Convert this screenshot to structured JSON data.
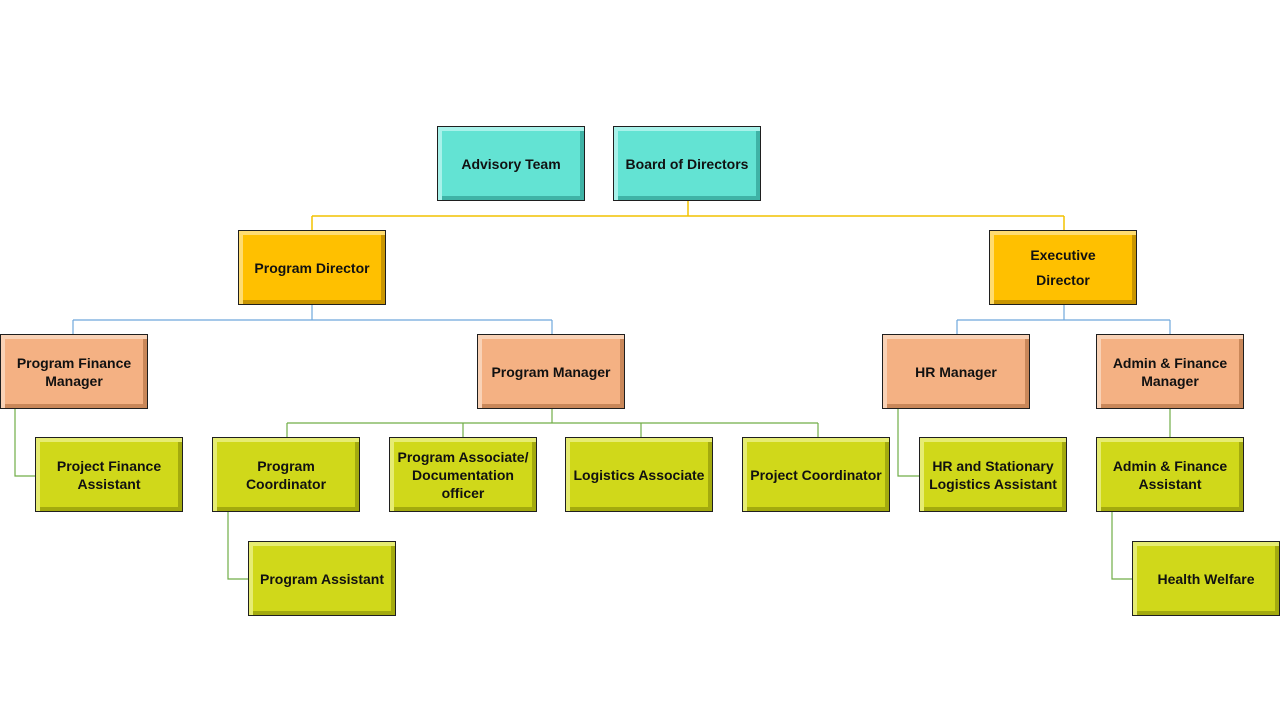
{
  "nodes": {
    "advisory_team": "Advisory Team",
    "board_of_directors": "Board of Directors",
    "program_director": "Program Director",
    "executive_director": "Executive\nDirector",
    "program_finance_manager": "Program Finance\nManager",
    "program_manager": "Program Manager",
    "hr_manager": "HR Manager",
    "admin_finance_manager": "Admin & Finance\nManager",
    "project_finance_assistant": "Project Finance\nAssistant",
    "program_coordinator": "Program Coordinator",
    "program_associate_documentation_officer": "Program Associate/\nDocumentation\nofficer",
    "logistics_associate": "Logistics Associate",
    "project_coordinator": "Project Coordinator",
    "hr_stationary_logistics_assistant": "HR and Stationary\nLogistics Assistant",
    "admin_finance_assistant": "Admin & Finance\nAssistant",
    "program_assistant": "Program Assistant",
    "health_welfare": "Health Welfare"
  },
  "colors": {
    "level_board": "#63e3d3",
    "level_director": "#ffc000",
    "level_manager": "#f4b183",
    "level_staff": "#d0d81a",
    "connector_board": "#f2c200",
    "connector_director": "#6fa8dc",
    "connector_manager": "#70ad47"
  }
}
